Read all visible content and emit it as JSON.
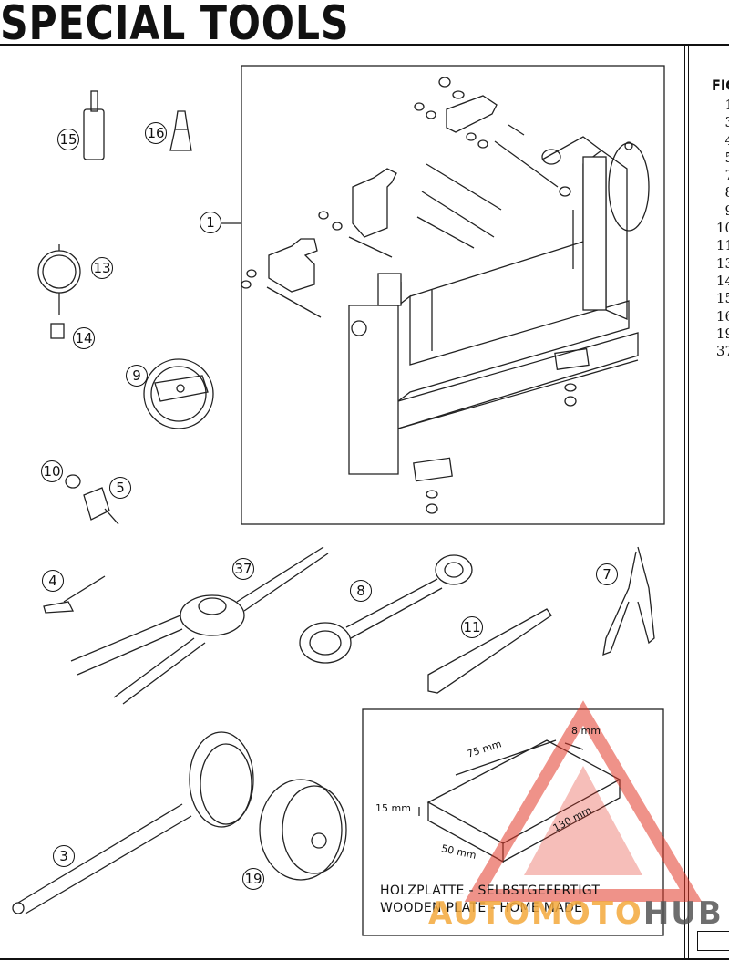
{
  "page": {
    "title": "SPECIAL TOOLS",
    "side_header": "FIG",
    "side_items": [
      "1",
      "3",
      "4",
      "5",
      "7",
      "8",
      "9",
      "10",
      "11",
      "13",
      "14",
      "15",
      "16",
      "19",
      "37"
    ]
  },
  "callouts": [
    "15",
    "16",
    "1",
    "13",
    "14",
    "9",
    "10",
    "5",
    "4",
    "37",
    "8",
    "11",
    "7",
    "3",
    "19"
  ],
  "wooden_plate": {
    "dims": {
      "d8": "8 mm",
      "d75": "75 mm",
      "d15": "15 mm",
      "d130": "130 mm",
      "d50": "50 mm"
    },
    "caption_de": "HOLZPLATTE - SELBSTGEFERTIGT",
    "caption_en": "WOODEN PLATE - HOME MADE"
  },
  "watermark": {
    "part1": "AUTO",
    "part2": "MOTO",
    "part3": "HUB",
    "color": "#e23a2a"
  }
}
